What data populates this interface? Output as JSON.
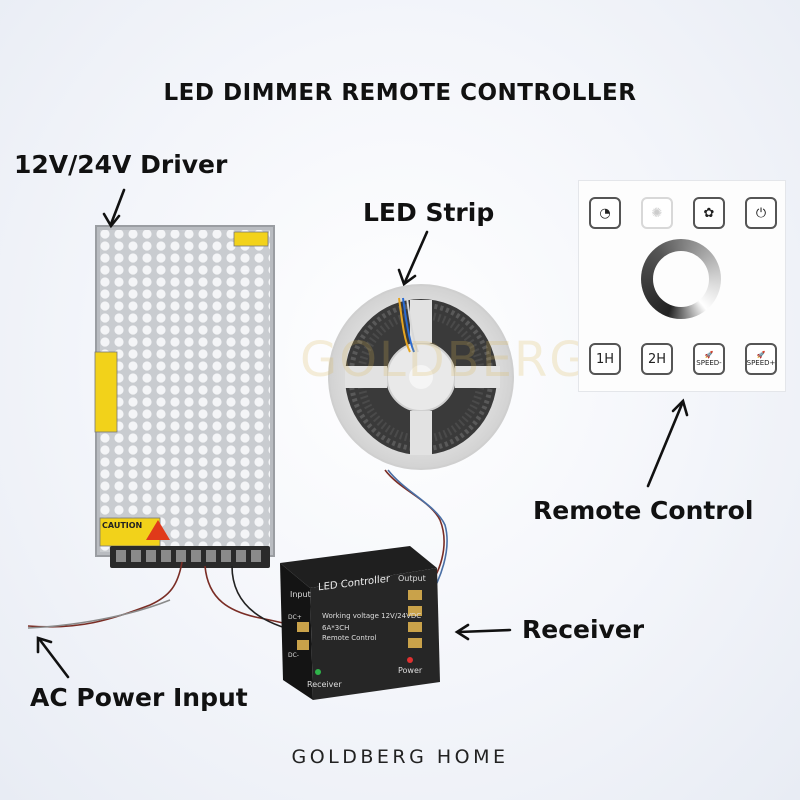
{
  "title": "LED DIMMER REMOTE CONTROLLER",
  "labels": {
    "driver": "12V/24V Driver",
    "led_strip": "LED Strip",
    "remote_control": "Remote Control",
    "receiver": "Receiver",
    "ac_power_input": "AC Power Input"
  },
  "footer": "GOLDBERG HOME",
  "remote": {
    "row1_icons": [
      "timer-icon",
      "brightness-icon",
      "mode-icon",
      "power-icon"
    ],
    "row2_buttons": [
      "1H",
      "2H",
      "SPEED-",
      "SPEED+"
    ]
  },
  "controller": {
    "name": "LED Controller",
    "input_label": "Input",
    "output_label": "Output",
    "specs": [
      "Working voltage 12V/24VDC",
      "6A*3CH",
      "Remote Control"
    ],
    "receiver_label": "Receiver",
    "power_label": "Power",
    "dc_plus": "DC+",
    "dc_minus": "DC-"
  },
  "driver_panel": {
    "caution": "CAUTION"
  },
  "watermark": "GOLDBERG home"
}
